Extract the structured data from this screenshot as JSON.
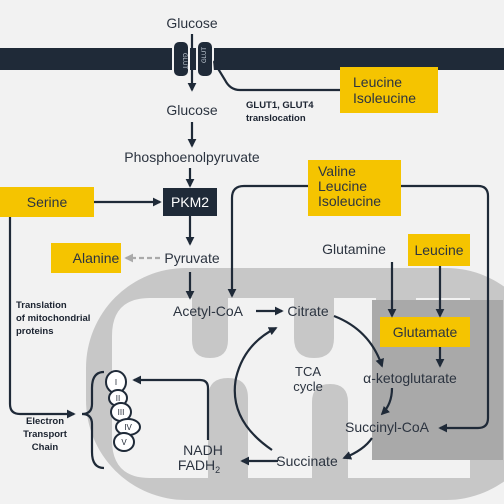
{
  "colors": {
    "background": "#f2f2f2",
    "membrane": "#1f2a38",
    "highlight": "#f5c400",
    "mito_outer": "#c7c7c7",
    "mito_inner": "#a9a9a9",
    "arrow": "#1f2a38",
    "dashed_arrow": "#aaaaaa"
  },
  "labels": {
    "glucose_top": "Glucose",
    "glucose_inner": "Glucose",
    "glut_left": "GLUT",
    "glut_right": "GLUT",
    "pep": "Phosphoenolpyruvate",
    "pkm2": "PKM2",
    "pyruvate": "Pyruvate",
    "alanine": "Alanine",
    "serine": "Serine",
    "acetyl_coa": "Acetyl-CoA",
    "citrate": "Citrate",
    "tca_line1": "TCA",
    "tca_line2": "cycle",
    "akg": "α-ketoglutarate",
    "succinyl_coa": "Succinyl-CoA",
    "succinate": "Succinate",
    "nadh": "NADH",
    "fadh2_base": "FADH",
    "fadh2_sub": "2",
    "glutamine": "Glutamine",
    "glutamate": "Glutamate",
    "leucine_right": "Leucine",
    "leucine_iso_line1": "Leucine",
    "leucine_iso_line2": "Isoleucine",
    "bcaa_line1": "Valine",
    "bcaa_line2": "Leucine",
    "bcaa_line3": "Isoleucine",
    "glut_note_line1": "GLUT1, GLUT4",
    "glut_note_line2": "translocation",
    "translation_line1": "Translation",
    "translation_line2": "of mitochondrial",
    "translation_line3": "proteins",
    "etc_line1": "Electron",
    "etc_line2": "Transport",
    "etc_line3": "Chain",
    "complex_1": "I",
    "complex_2": "II",
    "complex_3": "III",
    "complex_4": "IV",
    "complex_5": "V"
  }
}
